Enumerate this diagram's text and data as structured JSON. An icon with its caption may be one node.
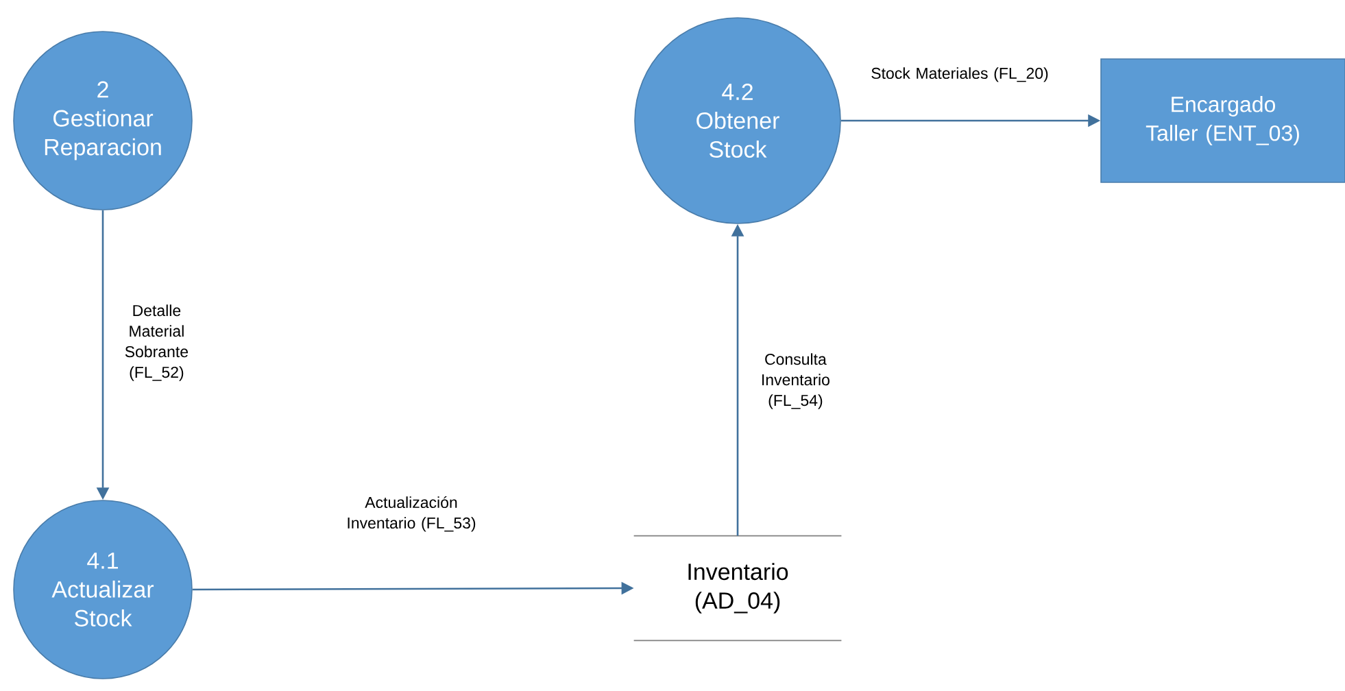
{
  "diagram": {
    "nodes": [
      {
        "text": [
          "2",
          "Gestionar Reparacion"
        ]
      },
      {
        "text": [
          "4.2",
          "Obtener Stock"
        ]
      },
      {
        "text": [
          "Encargado Taller (ENT_03)"
        ]
      },
      {
        "text": [
          "4.1",
          "Actualizar Stock"
        ]
      },
      {
        "text": [
          "Inventario (AD_04)"
        ]
      }
    ],
    "edges": [
      {
        "from": 0,
        "to": 3,
        "arrow": "to",
        "label": "Detalle Material Sobrante (FL_52)"
      },
      {
        "from": 3,
        "to": 4,
        "arrow": "to",
        "label": "Actualización Inventario (FL_53)"
      },
      {
        "from": 4,
        "to": 1,
        "arrow": "to",
        "label": "Consulta Inventario (FL_54)"
      },
      {
        "from": 1,
        "to": 2,
        "arrow": "to",
        "label": "Stock Materiales (FL_20)"
      }
    ]
  }
}
